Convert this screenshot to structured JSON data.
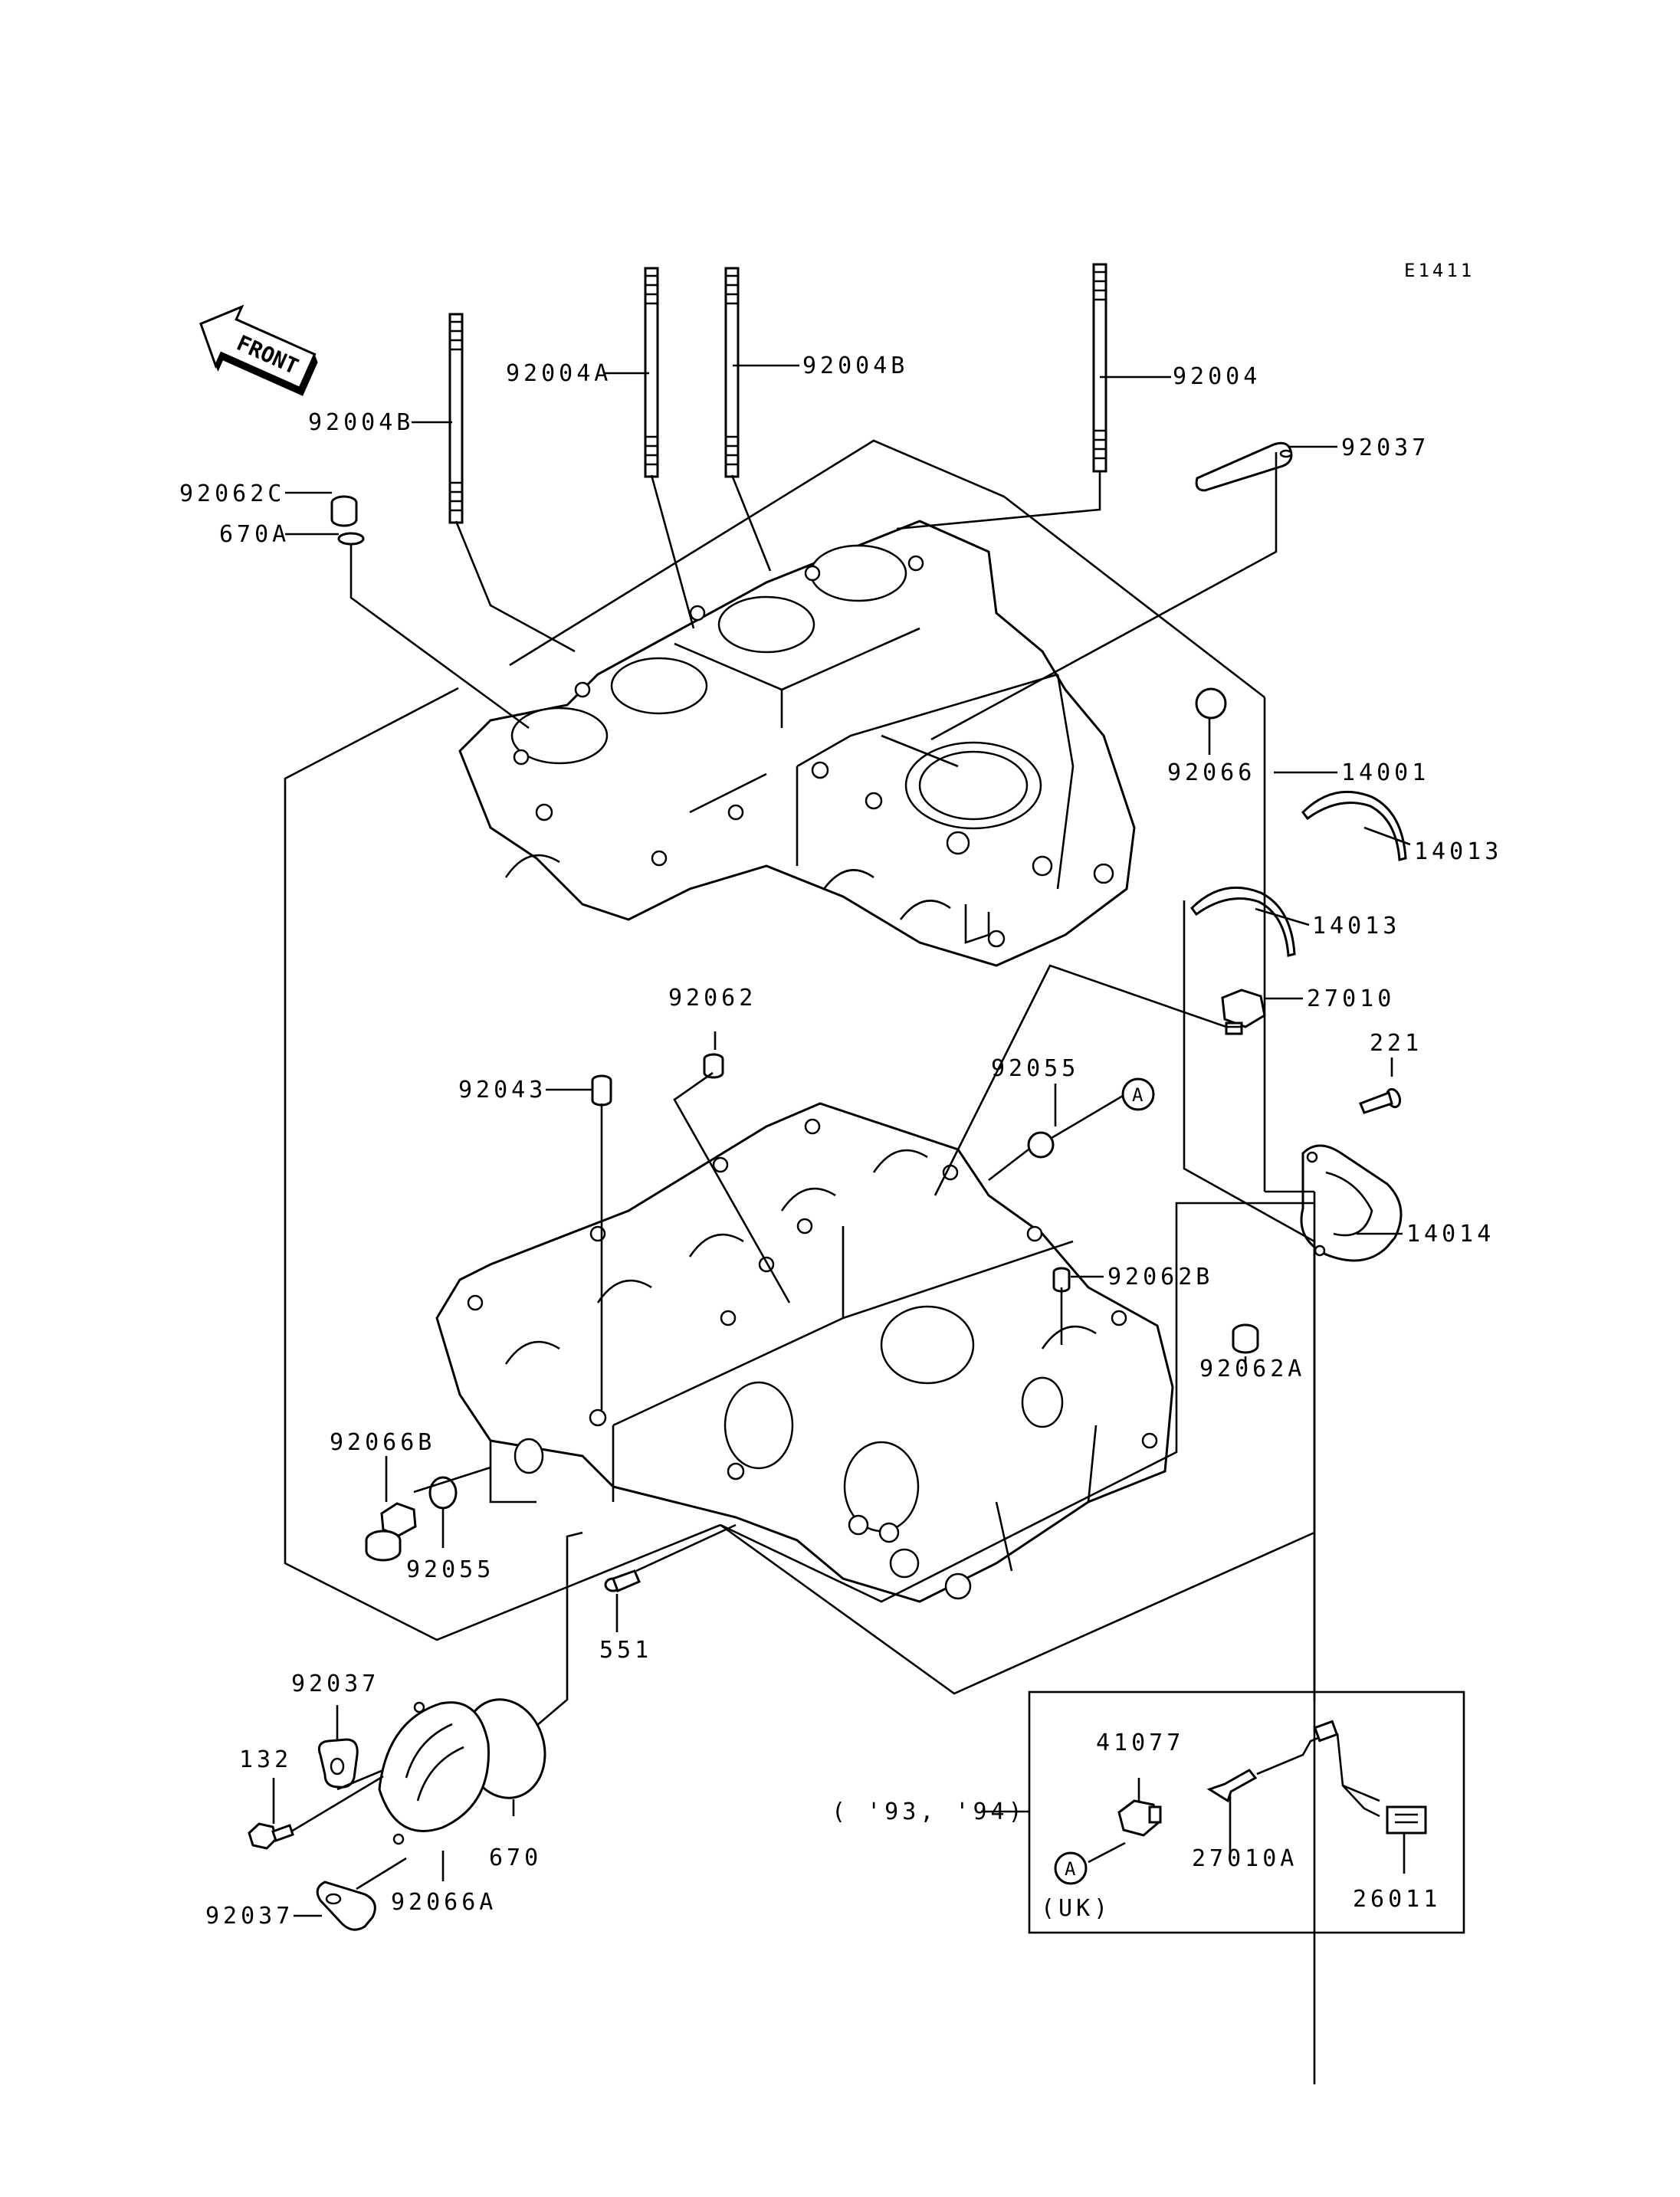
{
  "diagram_code": "E1411",
  "front_label": "FRONT",
  "labels": {
    "p92004B_left": "92004B",
    "p92004A": "92004A",
    "p92004B_mid": "92004B",
    "p92004": "92004",
    "p92037_top": "92037",
    "p92062C": "92062C",
    "p670A": "670A",
    "p92066": "92066",
    "p14001": "14001",
    "p14013_a": "14013",
    "p14013_b": "14013",
    "p27010": "27010",
    "p221": "221",
    "p14014": "14014",
    "p92062": "92062",
    "p92055_top": "92055",
    "p92043": "92043",
    "p92062B": "92062B",
    "p92062A": "92062A",
    "p92066B": "92066B",
    "p92055_bot": "92055",
    "p551": "551",
    "p92037_left": "92037",
    "p132": "132",
    "p92037_bot": "92037",
    "p92066A": "92066A",
    "p670": "670",
    "p41077": "41077",
    "p27010A": "27010A",
    "p26011": "26011",
    "callout_a": "A",
    "callout_a_inset": "A",
    "inset_years": "( '93, '94)",
    "inset_region": "(UK)"
  }
}
